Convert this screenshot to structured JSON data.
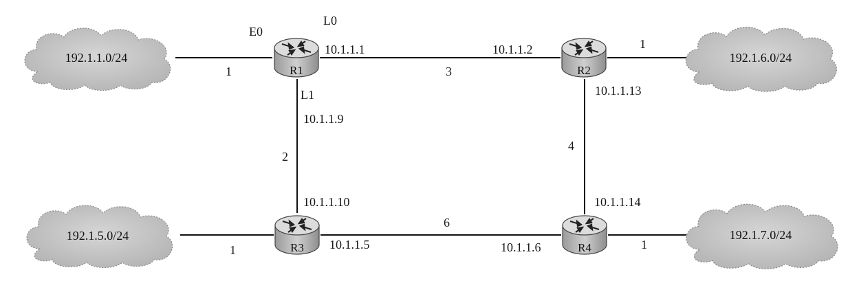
{
  "networks": {
    "net1": "192.1.1.0/24",
    "net5": "192.1.5.0/24",
    "net6": "192.1.6.0/24",
    "net7": "192.1.7.0/24"
  },
  "routers": {
    "r1": "R1",
    "r2": "R2",
    "r3": "R3",
    "r4": "R4"
  },
  "interfaces": {
    "r1_e0": "E0",
    "r1_l0": "L0",
    "r1_l1": "L1",
    "r1_l0_ip": "10.1.1.1",
    "r1_l1_ip": "10.1.1.9",
    "r2_left_ip": "10.1.1.2",
    "r2_down_ip": "10.1.1.13",
    "r3_up_ip": "10.1.1.10",
    "r3_right_ip": "10.1.1.5",
    "r4_left_ip": "10.1.1.6",
    "r4_up_ip": "10.1.1.14"
  },
  "link_costs": {
    "net1_r1": "1",
    "r1_r2": "3",
    "r2_net6": "1",
    "r1_r3": "2",
    "r2_r4": "4",
    "net5_r3": "1",
    "r3_r4": "6",
    "r4_net7": "1"
  },
  "colors": {
    "cloud_fill": "#c9c9c9",
    "router_body": "#b8b8b8",
    "router_top": "#d8d8d8",
    "line": "#111111"
  }
}
